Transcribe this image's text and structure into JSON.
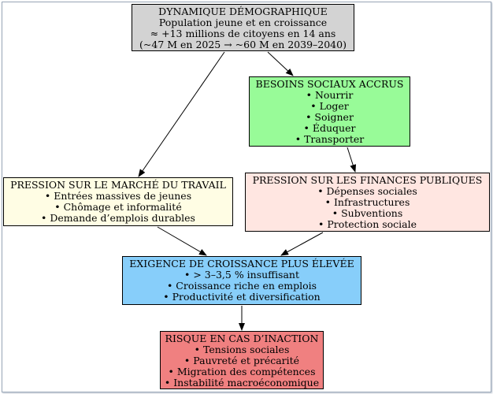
{
  "nodes": {
    "demographic": {
      "title": "DYNAMIQUE DÉMOGRAPHIQUE",
      "lines": [
        "Population jeune et en croissance",
        "≈ +13 millions de citoyens en 14 ans",
        "(~47 M en 2025 → ~60 M en 2039–2040)"
      ],
      "color": "#d3d3d3"
    },
    "social_needs": {
      "title": "BESOINS SOCIAUX ACCRUS",
      "lines": [
        "• Nourrir",
        "• Loger",
        "• Soigner",
        "• Éduquer",
        "• Transporter"
      ],
      "color": "#98fb98"
    },
    "labor_market": {
      "title": "PRESSION SUR LE MARCHÉ DU TRAVAIL",
      "lines": [
        "• Entrées massives de jeunes",
        "• Chômage et informalité",
        "• Demande d’emplois durables"
      ],
      "color": "#fffde4"
    },
    "public_finance": {
      "title": "PRESSION SUR LES FINANCES PUBLIQUES",
      "lines": [
        "• Dépenses sociales",
        "• Infrastructures",
        "• Subventions",
        "• Protection sociale"
      ],
      "color": "#ffe6e1"
    },
    "growth": {
      "title": "EXIGENCE DE CROISSANCE PLUS ÉLEVÉE",
      "lines": [
        "• > 3–3,5 % insuffisant",
        "• Croissance riche en emplois",
        "• Productivité et diversification"
      ],
      "color": "#87cefa"
    },
    "risk": {
      "title": "RISQUE EN CAS D’INACTION",
      "lines": [
        "• Tensions sociales",
        "• Pauvreté et précarité",
        "• Migration des compétences",
        "• Instabilité macroéconomique"
      ],
      "color": "#f08080"
    }
  },
  "edges": [
    {
      "from": "demographic",
      "to": "social_needs"
    },
    {
      "from": "demographic",
      "to": "labor_market"
    },
    {
      "from": "social_needs",
      "to": "public_finance"
    },
    {
      "from": "labor_market",
      "to": "growth"
    },
    {
      "from": "public_finance",
      "to": "growth"
    },
    {
      "from": "growth",
      "to": "risk"
    }
  ]
}
